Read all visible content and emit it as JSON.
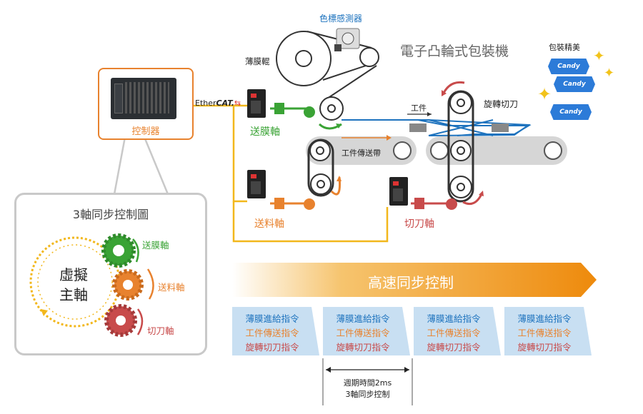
{
  "title": "電子凸輪式包裝機",
  "controller": {
    "label": "控制器"
  },
  "ethercat": {
    "prefix": "Ether",
    "suffix": "CAT."
  },
  "labels": {
    "color_mark_sensor": "色標感測器",
    "film_roll": "薄膜輥",
    "film_axis": "送膜軸",
    "feed_axis": "送料軸",
    "cutter_axis": "切刀軸",
    "rotary_cutter": "旋轉切刀",
    "workpiece": "工件",
    "conveyor": "工件傳送帶",
    "packed": "包裝精美",
    "candy": "Candy"
  },
  "sync_diagram": {
    "title": "3軸同步控制圖",
    "virtual_main_line1": "虛擬",
    "virtual_main_line2": "主軸",
    "film": "送膜軸",
    "feed": "送料軸",
    "cutter": "切刀軸"
  },
  "banner": {
    "text": "高速同步控制"
  },
  "commands": [
    {
      "film": "薄膜進給指令",
      "conveyor": "工件傳送指令",
      "cutter": "旋轉切刀指令"
    },
    {
      "film": "薄膜進給指令",
      "conveyor": "工件傳送指令",
      "cutter": "旋轉切刀指令"
    },
    {
      "film": "薄膜進給指令",
      "conveyor": "工件傳送指令",
      "cutter": "旋轉切刀指令"
    },
    {
      "film": "薄膜進給指令",
      "conveyor": "工件傳送指令",
      "cutter": "旋轉切刀指令"
    }
  ],
  "cycle": {
    "line1": "週期時間2ms",
    "line2": "3軸同步控制"
  },
  "colors": {
    "orange": "#e8822e",
    "green": "#3aa335",
    "red": "#c84b4b",
    "blue": "#1e73be",
    "gold": "#f2b71b",
    "cmd_fill": "#c8dff2"
  }
}
